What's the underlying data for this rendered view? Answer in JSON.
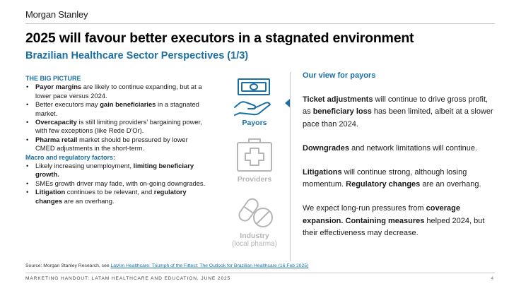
{
  "brand": "Morgan Stanley",
  "title": "2025 will favour better executors in a stagnated environment",
  "subtitle": "Brazilian Healthcare Sector Perspectives (1/3)",
  "left": {
    "big_picture_head": "THE BIG PICTURE",
    "big_picture": [
      {
        "b": "Payor margins",
        "t": " are likely to continue expanding, but at a lower pace versus 2024."
      },
      {
        "pre": "Better executors may ",
        "b": "gain beneficiaries",
        "t": " in a stagnated market."
      },
      {
        "b": "Overcapacity",
        "t": " is still limiting providers' bargaining power, with few exceptions (like Rede D'Or)."
      },
      {
        "b": "Pharma retail",
        "t": " market should be pressured by lower CMED adjustments in the short-term."
      }
    ],
    "macro_head": "Macro and regulatory factors:",
    "macro": {
      "m1_pre": "Likely increasing unemployment, ",
      "m1_b": "limiting beneficiary growth.",
      "m2": "SMEs growth driver may fade, with on-going downgrades.",
      "m3_b": "Litigation",
      "m3_mid": " continues to be relevant, and ",
      "m3_b2": "regulatory changes",
      "m3_t": " are an overhang."
    }
  },
  "icons": {
    "payors": "Payors",
    "providers": "Providers",
    "industry": "Industry",
    "industry_sub": "(local pharma)"
  },
  "right": {
    "head": "Our view for payors",
    "p1_b1": "Ticket adjustments",
    "p1_t1": " will continue to drive gross profit, as ",
    "p1_b2": "beneficiary loss",
    "p1_t2": " has been limited, albeit at a slower pace than 2024.",
    "p2_b": "Downgrades",
    "p2_t": " and network limitations will continue.",
    "p3_b1": "Litigations",
    "p3_t1": " will continue strong, although losing momentum. ",
    "p3_b2": "Regulatory changes",
    "p3_t2": " are an overhang.",
    "p4_t1": "We expect long-run pressures from ",
    "p4_b1": "coverage expansion. Containing measures",
    "p4_t2": " helped 2024, but their effectiveness may decrease."
  },
  "source_prefix": "Source: Morgan Stanley Research, see ",
  "source_link": "LatAm Healthcare: Triumph of the Fittest: The Outlook for Brazilian Healthcare (16 Feb 2025)",
  "footer": "MARKETING HANDOUT: LATAM HEALTHCARE AND EDUCATION, JUNE 2025",
  "page_number": "4",
  "colors": {
    "accent": "#1a6fa3",
    "muted": "#b5b5b5"
  }
}
